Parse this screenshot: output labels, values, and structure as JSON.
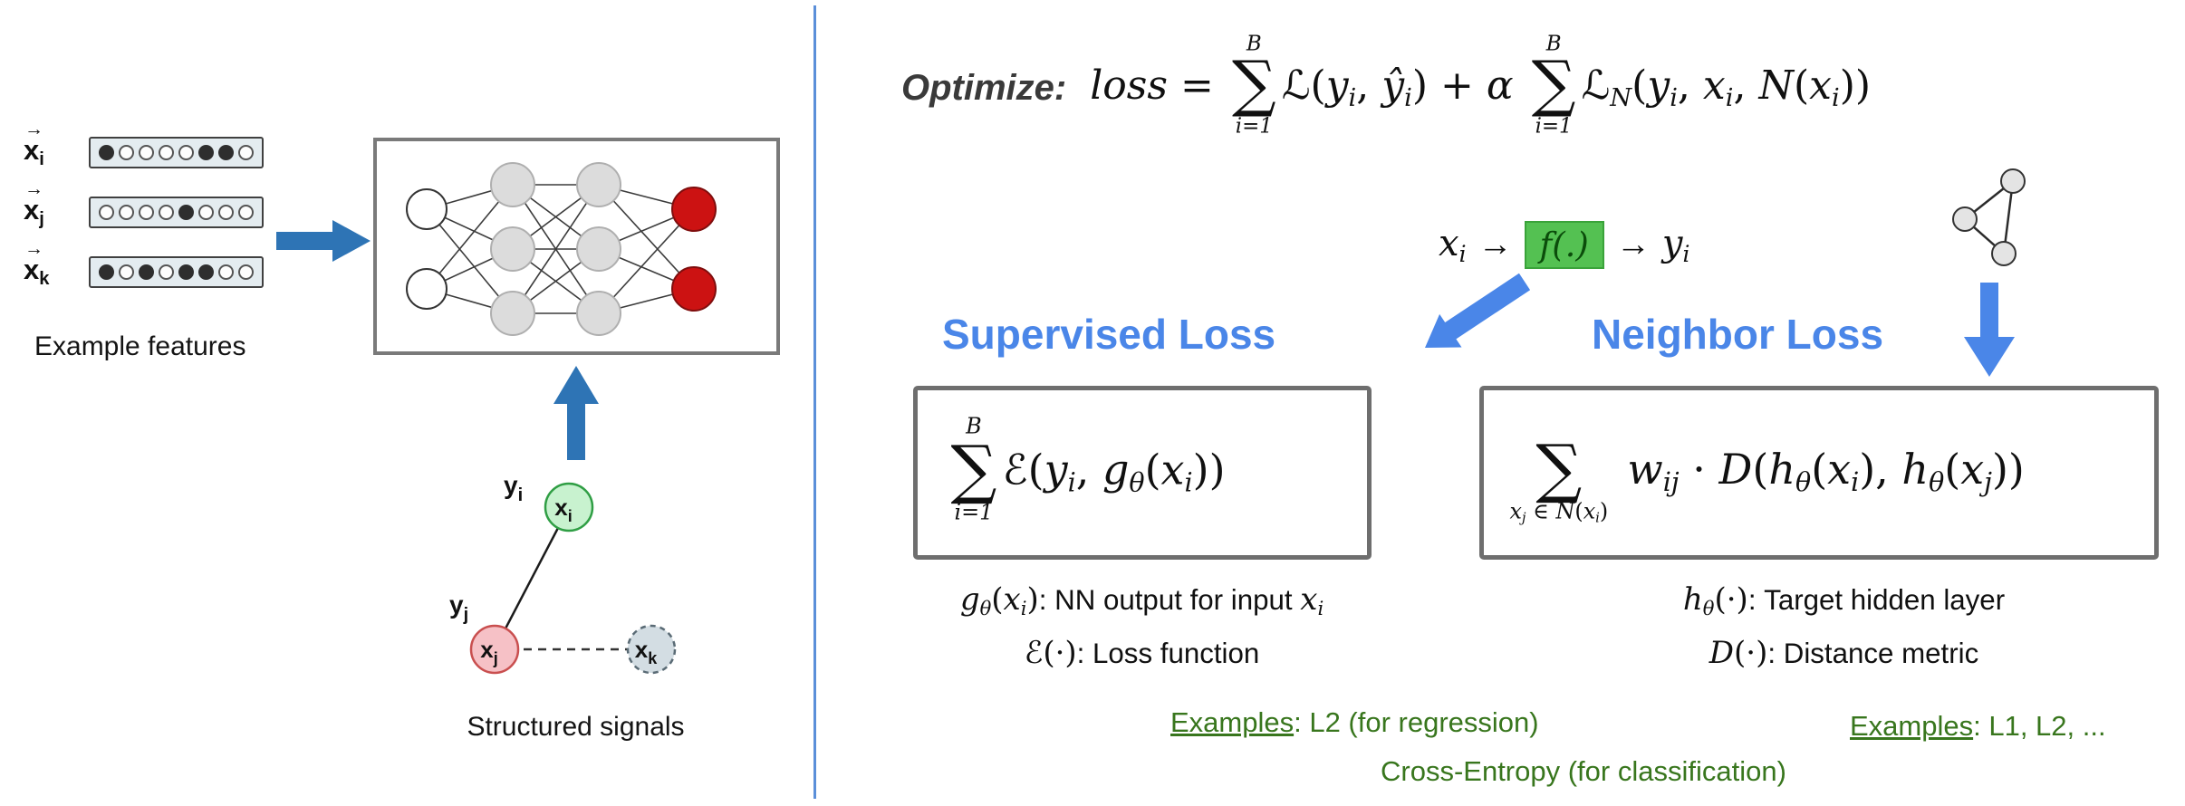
{
  "colors": {
    "accent-blue": "#4A86E8",
    "steel-blue": "#2E74B5",
    "divider-blue": "#5B8FD9",
    "green-text": "#38761D",
    "fbox-green": "#54C152",
    "fbox-border": "#3AA33A",
    "node-red-fill": "#CC1212",
    "node-red-stroke": "#7F0E0E",
    "node-gray-fill": "#DCDCDC",
    "node-gray-stroke": "#AFAFAF",
    "node-green-fill": "#C8F2CF",
    "node-green-stroke": "#2F9E44",
    "node-pink-fill": "#F6C1C6",
    "node-pink-stroke": "#C94F4F",
    "node-slate-fill": "#D3DDE3",
    "node-slate-stroke": "#5A6B75",
    "box-border": "#6E6E6E",
    "nn-border": "#7A7A7A",
    "heading-dark": "#3A3A3A"
  },
  "left": {
    "vector_arrow": "→",
    "features": [
      {
        "base": "x",
        "sub": "i",
        "pattern": [
          1,
          0,
          0,
          0,
          0,
          1,
          1,
          0
        ]
      },
      {
        "base": "x",
        "sub": "j",
        "pattern": [
          0,
          0,
          0,
          0,
          1,
          0,
          0,
          0
        ]
      },
      {
        "base": "x",
        "sub": "k",
        "pattern": [
          1,
          0,
          1,
          0,
          1,
          1,
          0,
          0
        ]
      }
    ],
    "features_caption": "Example features",
    "signals_caption": "Structured signals",
    "graph": {
      "yi_base": "y",
      "yi_sub": "i",
      "yj_base": "y",
      "yj_sub": "j",
      "xi_base": "x",
      "xi_sub": "i",
      "xj_base": "x",
      "xj_sub": "j",
      "xk_base": "x",
      "xk_sub": "k"
    }
  },
  "right": {
    "optimize_label": "Optimize:",
    "supervised_heading": "Supervised Loss",
    "neighbor_heading": "Neighbor Loss",
    "fbox_label": "f(.)",
    "fx_arrow": "→",
    "fx_left": [
      {
        "t": "var",
        "v": "x"
      },
      {
        "t": "sub",
        "v": "i"
      }
    ],
    "fx_right": [
      {
        "t": "var",
        "v": "y"
      },
      {
        "t": "sub",
        "v": "i"
      }
    ],
    "formulas": {
      "main": [
        {
          "t": "var",
          "v": "loss"
        },
        {
          "t": "txt",
          "v": " = "
        },
        {
          "t": "sum",
          "sym": "∑",
          "top": "B",
          "bot": "i=1"
        },
        {
          "t": "scr",
          "v": "ℒ"
        },
        {
          "t": "txt",
          "v": "("
        },
        {
          "t": "var",
          "v": "y"
        },
        {
          "t": "sub",
          "v": "i"
        },
        {
          "t": "txt",
          "v": ", "
        },
        {
          "t": "var",
          "v": "ŷ"
        },
        {
          "t": "sub",
          "v": "i"
        },
        {
          "t": "txt",
          "v": ") + "
        },
        {
          "t": "var",
          "v": "α"
        },
        {
          "t": "txt",
          "v": " "
        },
        {
          "t": "sum",
          "sym": "∑",
          "top": "B",
          "bot": "i=1"
        },
        {
          "t": "scr",
          "v": "ℒ"
        },
        {
          "t": "sub",
          "v": "N"
        },
        {
          "t": "txt",
          "v": "("
        },
        {
          "t": "var",
          "v": "y"
        },
        {
          "t": "sub",
          "v": "i"
        },
        {
          "t": "txt",
          "v": ", "
        },
        {
          "t": "var",
          "v": "x"
        },
        {
          "t": "sub",
          "v": "i"
        },
        {
          "t": "txt",
          "v": ", "
        },
        {
          "t": "scr",
          "v": "N"
        },
        {
          "t": "txt",
          "v": "("
        },
        {
          "t": "var",
          "v": "x"
        },
        {
          "t": "sub",
          "v": "i"
        },
        {
          "t": "txt",
          "v": "))"
        }
      ],
      "supervised": [
        {
          "t": "sum",
          "sym": "∑",
          "top": "B",
          "bot": "i=1"
        },
        {
          "t": "scr",
          "v": "ℰ"
        },
        {
          "t": "txt",
          "v": "("
        },
        {
          "t": "var",
          "v": "y"
        },
        {
          "t": "sub",
          "v": "i"
        },
        {
          "t": "txt",
          "v": ", "
        },
        {
          "t": "var",
          "v": "g"
        },
        {
          "t": "sub",
          "v": "θ"
        },
        {
          "t": "txt",
          "v": "("
        },
        {
          "t": "var",
          "v": "x"
        },
        {
          "t": "sub",
          "v": "i"
        },
        {
          "t": "txt",
          "v": "))"
        }
      ],
      "neighbor": [
        {
          "t": "sum",
          "sym": "∑",
          "top": " ",
          "bot": [
            {
              "t": "var",
              "v": "x"
            },
            {
              "t": "sub",
              "v": "j"
            },
            {
              "t": "txt",
              "v": " ∈ "
            },
            {
              "t": "scr",
              "v": "N"
            },
            {
              "t": "txt",
              "v": "("
            },
            {
              "t": "var",
              "v": "x"
            },
            {
              "t": "sub",
              "v": "i"
            },
            {
              "t": "txt",
              "v": ")"
            }
          ]
        },
        {
          "t": "txt",
          "v": " "
        },
        {
          "t": "var",
          "v": "w"
        },
        {
          "t": "sub",
          "v": "ij"
        },
        {
          "t": "txt",
          "v": " · "
        },
        {
          "t": "scr",
          "v": "D"
        },
        {
          "t": "txt",
          "v": "("
        },
        {
          "t": "var",
          "v": "h"
        },
        {
          "t": "sub",
          "v": "θ"
        },
        {
          "t": "txt",
          "v": "("
        },
        {
          "t": "var",
          "v": "x"
        },
        {
          "t": "sub",
          "v": "i"
        },
        {
          "t": "txt",
          "v": "), "
        },
        {
          "t": "var",
          "v": "h"
        },
        {
          "t": "sub",
          "v": "θ"
        },
        {
          "t": "txt",
          "v": "("
        },
        {
          "t": "var",
          "v": "x"
        },
        {
          "t": "sub",
          "v": "j"
        },
        {
          "t": "txt",
          "v": "))"
        }
      ],
      "def_g": [
        {
          "t": "var",
          "v": "g"
        },
        {
          "t": "sub",
          "v": "θ"
        },
        {
          "t": "txt",
          "v": "("
        },
        {
          "t": "var",
          "v": "x"
        },
        {
          "t": "sub",
          "v": "i"
        },
        {
          "t": "txt",
          "v": ")"
        },
        {
          "t": "lbl",
          "v": ": NN output for input "
        },
        {
          "t": "var",
          "v": "x"
        },
        {
          "t": "sub",
          "v": "i"
        }
      ],
      "def_e": [
        {
          "t": "scr",
          "v": "ℰ"
        },
        {
          "t": "txt",
          "v": "(·)"
        },
        {
          "t": "lbl",
          "v": ": Loss function"
        }
      ],
      "def_h": [
        {
          "t": "var",
          "v": "h"
        },
        {
          "t": "sub",
          "v": "θ"
        },
        {
          "t": "txt",
          "v": "(·)"
        },
        {
          "t": "lbl",
          "v": ": Target hidden layer"
        }
      ],
      "def_d": [
        {
          "t": "scr",
          "v": "D"
        },
        {
          "t": "txt",
          "v": "(·)"
        },
        {
          "t": "lbl",
          "v": ": Distance metric"
        }
      ]
    },
    "examples_left_1": {
      "underline": "Examples",
      "rest": ": L2 (for regression)"
    },
    "examples_left_2": {
      "text": "Cross-Entropy (for classification)"
    },
    "examples_right": {
      "underline": "Examples",
      "rest": ": L1, L2, ..."
    }
  }
}
